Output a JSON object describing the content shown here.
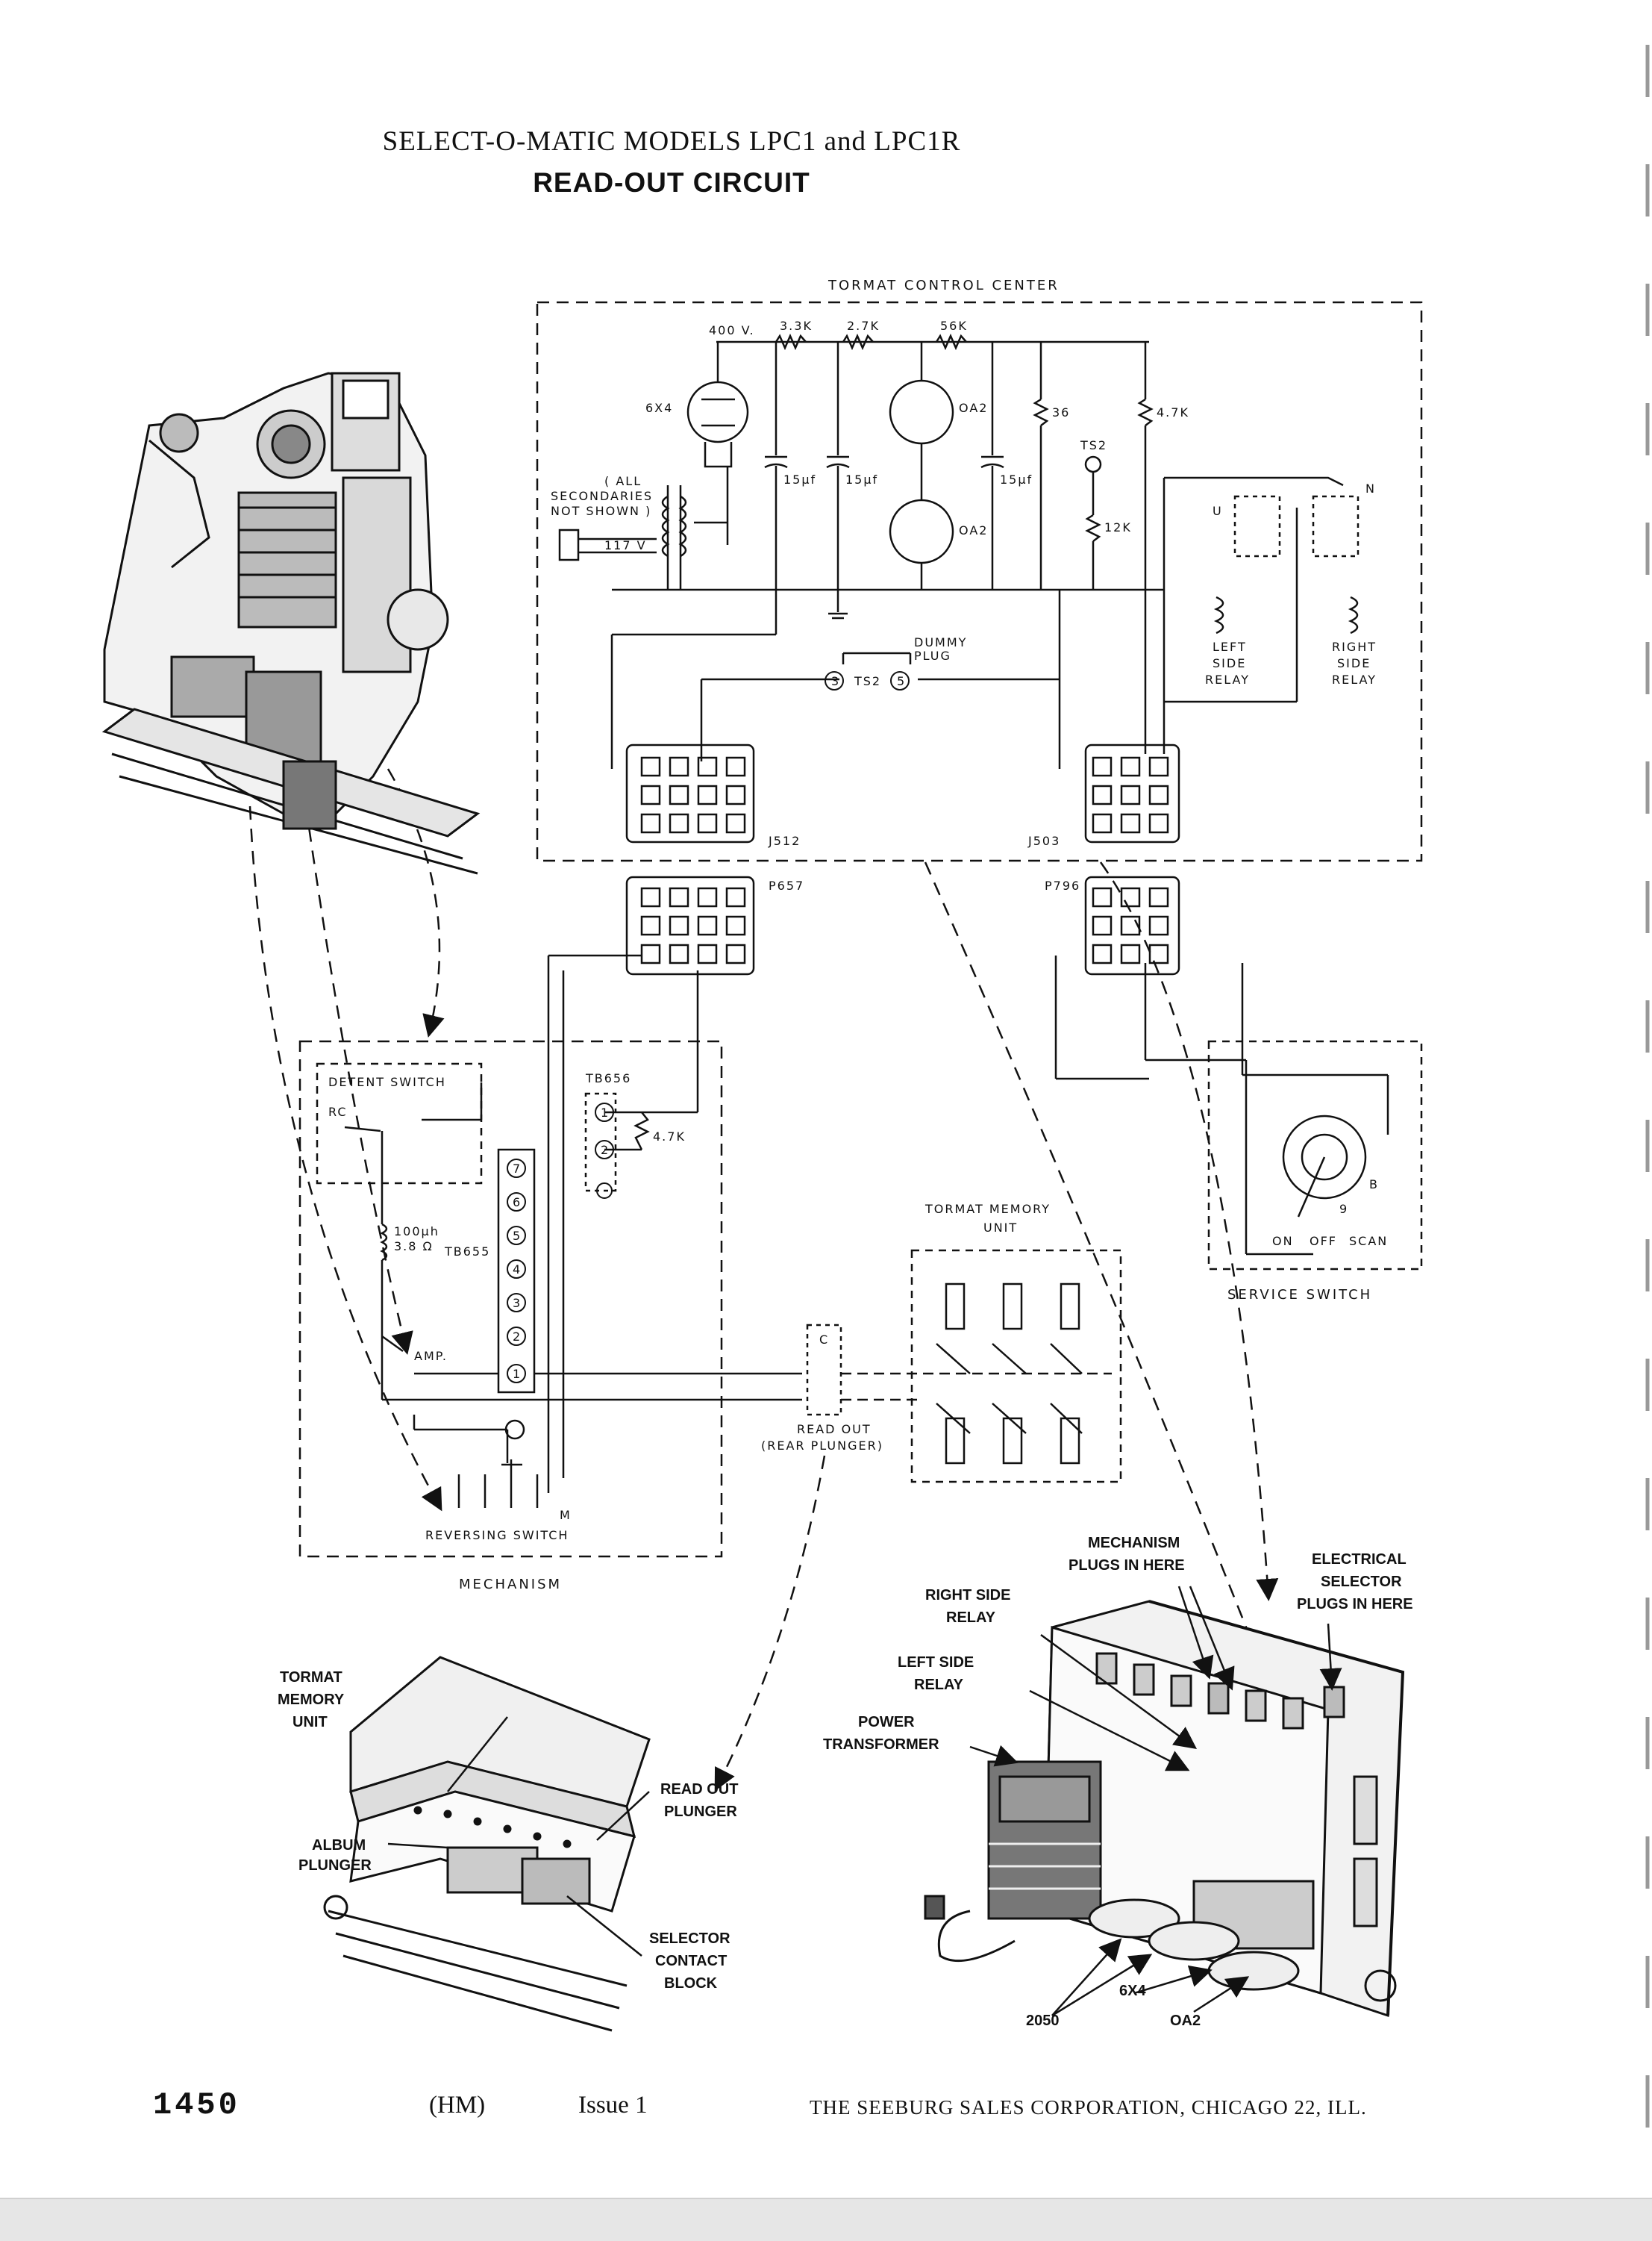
{
  "header": {
    "title": "SELECT-O-MATIC MODELS LPC1 and LPC1R",
    "subtitle": "READ-OUT CIRCUIT"
  },
  "schematic": {
    "control_center": "TORMAT CONTROL CENTER",
    "v400": "400 V.",
    "r33k": "3.3K",
    "r27k": "2.7K",
    "r56k": "56K",
    "r36": "36",
    "r47k": "4.7K",
    "r12k": "12K",
    "tube_6x4": "6X4",
    "tube_oa2_top": "OA2",
    "tube_oa2_bottom": "OA2",
    "secondaries_note_1": "( ALL",
    "secondaries_note_2": "SECONDARIES",
    "secondaries_note_3": "NOT SHOWN )",
    "v117": "117 V",
    "cap_1": "15μf",
    "cap_2": "15μf",
    "cap_3": "15μf",
    "ts2_top": "TS2",
    "dummy_plug_1": "DUMMY",
    "dummy_plug_2": "PLUG",
    "ts2_pins": "TS2",
    "ts2_pin_a": "3",
    "ts2_pin_b": "5",
    "left_relay_1": "LEFT",
    "left_relay_2": "SIDE",
    "left_relay_3": "RELAY",
    "right_relay_1": "RIGHT",
    "right_relay_2": "SIDE",
    "right_relay_3": "RELAY",
    "relay_n": "N",
    "relay_u": "U",
    "j512": "J512",
    "j503": "J503",
    "p657": "P657",
    "p796": "P796",
    "pin_1": "1",
    "pin_5": "5",
    "detent_switch": "DETENT SWITCH",
    "rc": "RC",
    "tb656": "TB656",
    "tb656_1": "1",
    "tb656_2": "2",
    "r47k_b": "4.7K",
    "inductor_1": "100μh",
    "inductor_2": "3.8 Ω",
    "tb655": "TB655",
    "tb655_terms": [
      "7",
      "6",
      "5",
      "4",
      "3",
      "2",
      "1"
    ],
    "amp": "AMP.",
    "reversing_switch": "REVERSING SWITCH",
    "m_label": "M",
    "mechanism": "MECHANISM",
    "memory_unit_1": "TORMAT MEMORY",
    "memory_unit_2": "UNIT",
    "read_out_1": "READ OUT",
    "read_out_2": "(REAR PLUNGER)",
    "service_b": "B",
    "service_9": "9",
    "service_on": "ON",
    "service_off": "OFF",
    "service_scan": "SCAN",
    "service_switch": "SERVICE SWITCH",
    "c_label": "C"
  },
  "callouts": {
    "tormat_memory": [
      "TORMAT",
      "MEMORY",
      "UNIT"
    ],
    "album_plunger": [
      "ALBUM",
      "PLUNGER"
    ],
    "read_out_plunger": [
      "READ OUT",
      "PLUNGER"
    ],
    "selector_block": [
      "SELECTOR",
      "CONTACT",
      "BLOCK"
    ],
    "mech_plugs": [
      "MECHANISM",
      "PLUGS IN HERE"
    ],
    "elec_selector": [
      "ELECTRICAL",
      "SELECTOR",
      "PLUGS IN HERE"
    ],
    "right_relay": [
      "RIGHT SIDE",
      "RELAY"
    ],
    "left_relay": [
      "LEFT SIDE",
      "RELAY"
    ],
    "power_tx": [
      "POWER",
      "TRANSFORMER"
    ],
    "c2050": "2050",
    "c6x4": "6X4",
    "coa2": "OA2"
  },
  "footer": {
    "page_number": "1450",
    "code": "(HM)",
    "issue": "Issue 1",
    "company": "THE SEEBURG SALES CORPORATION, CHICAGO 22, ILL."
  }
}
